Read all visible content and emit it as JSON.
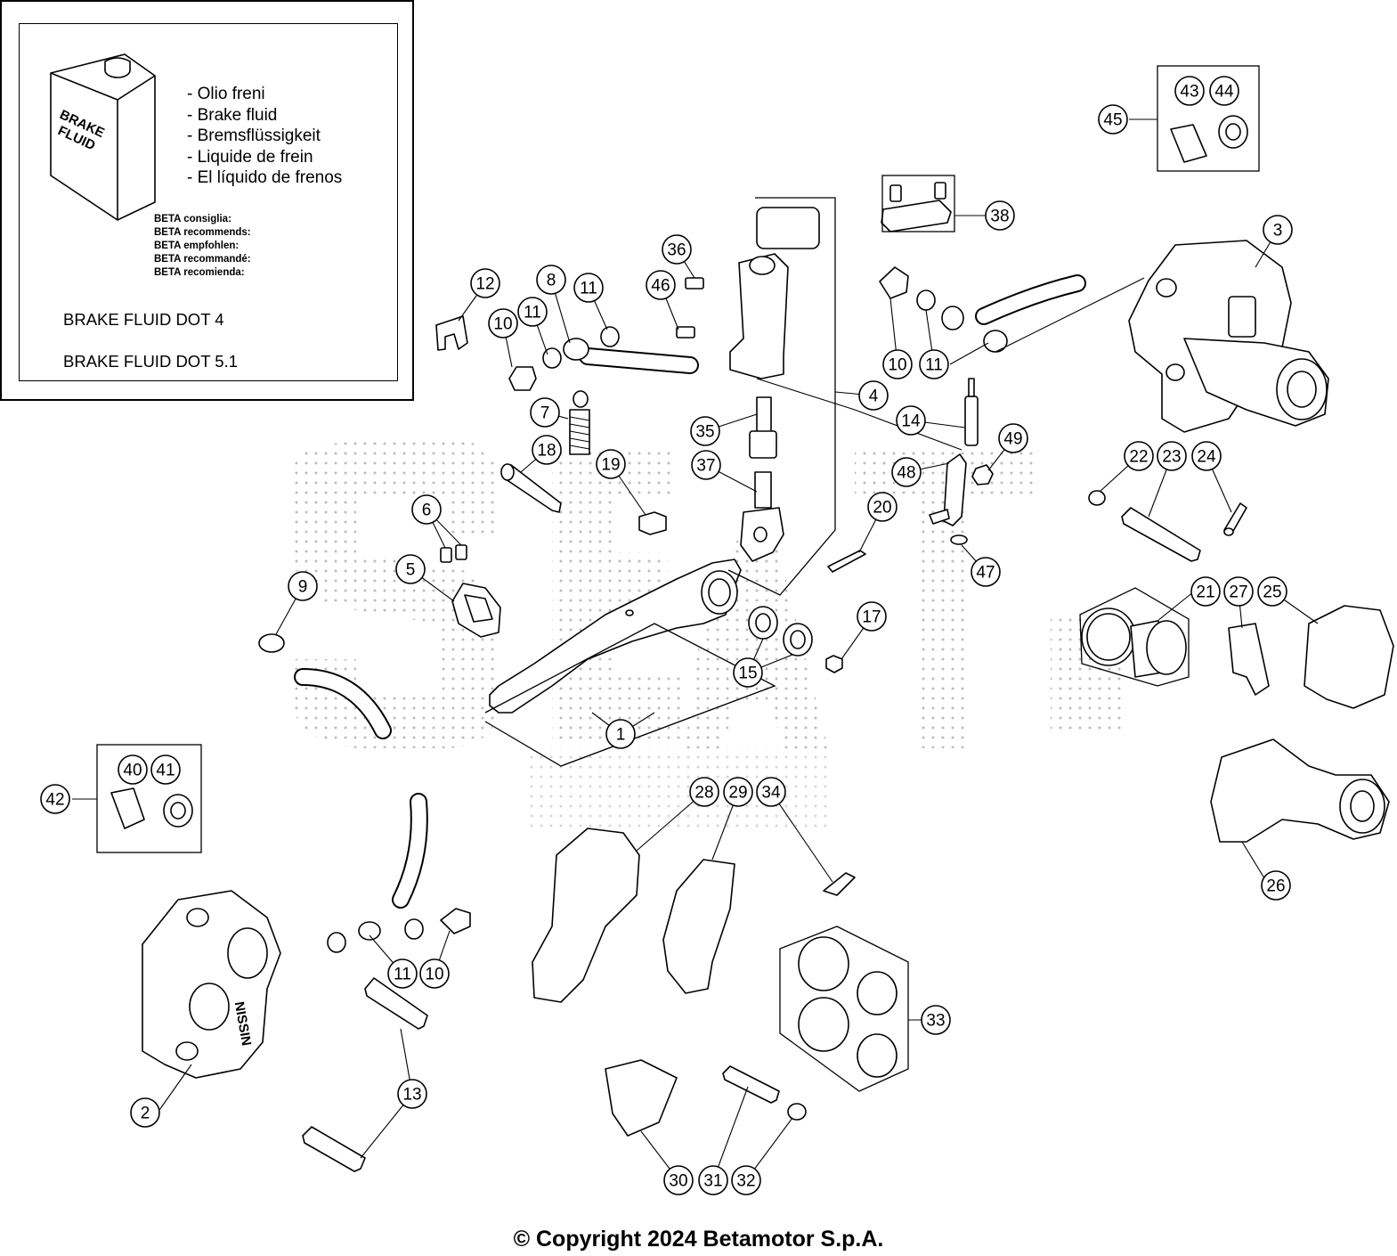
{
  "legend": {
    "can_label_line1": "BRAKE",
    "can_label_line2": "FLUID",
    "fluid_names": [
      "- Olio freni",
      "- Brake fluid",
      "- Bremsflüssigkeit",
      "- Liquide de frein",
      "- El líquido de frenos"
    ],
    "recommendations": [
      "BETA consiglia:",
      "BETA recommends:",
      "BETA empfohlen:",
      "BETA recommandé:",
      "BETA recomienda:"
    ],
    "fluid_spec_1": "BRAKE FLUID DOT 4",
    "fluid_spec_2": "BRAKE FLUID DOT 5.1"
  },
  "copyright": "© Copyright 2024 Betamotor S.p.A.",
  "caliper_brand": "NISSIN",
  "callouts": [
    "1",
    "2",
    "3",
    "4",
    "5",
    "6",
    "7",
    "8",
    "9",
    "10",
    "11",
    "12",
    "13",
    "14",
    "15",
    "17",
    "18",
    "19",
    "20",
    "21",
    "22",
    "23",
    "24",
    "25",
    "26",
    "27",
    "28",
    "29",
    "30",
    "31",
    "32",
    "33",
    "34",
    "35",
    "36",
    "37",
    "38",
    "40",
    "41",
    "42",
    "43",
    "44",
    "45",
    "46",
    "47",
    "48",
    "49"
  ]
}
